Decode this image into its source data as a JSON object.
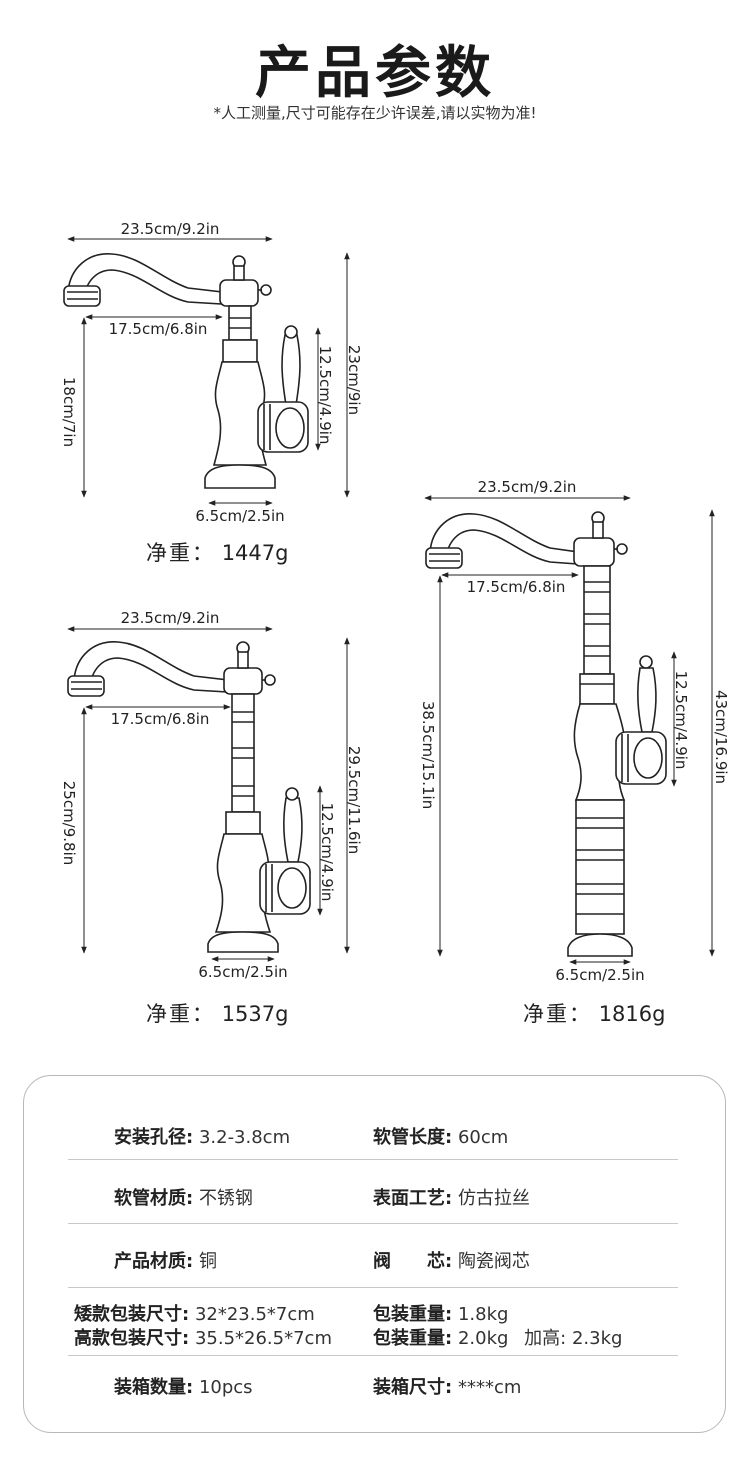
{
  "header": {
    "title": "产品参数",
    "note": "*人工测量,尺寸可能存在少许误差,请以实物为准!"
  },
  "faucet_short": {
    "width": "23.5cm/9.2in",
    "spout": "17.5cm/6.8in",
    "spout_height": "18cm/7in",
    "handle": "12.5cm/4.9in",
    "total_height": "23cm/9in",
    "base": "6.5cm/2.5in",
    "weight_label": "净重：",
    "weight_value": "1447g"
  },
  "faucet_medium": {
    "width": "23.5cm/9.2in",
    "spout": "17.5cm/6.8in",
    "spout_height": "25cm/9.8in",
    "handle": "12.5cm/4.9in",
    "total_height": "29.5cm/11.6in",
    "base": "6.5cm/2.5in",
    "weight_label": "净重：",
    "weight_value": "1537g"
  },
  "faucet_tall": {
    "width": "23.5cm/9.2in",
    "spout": "17.5cm/6.8in",
    "spout_height": "38.5cm/15.1in",
    "handle": "12.5cm/4.9in",
    "total_height": "43cm/16.9in",
    "base": "6.5cm/2.5in",
    "weight_label": "净重：",
    "weight_value": "1816g"
  },
  "specs": {
    "r1": {
      "l1": "安装孔径:",
      "v1": "3.2-3.8cm",
      "l2": "软管长度:",
      "v2": "60cm"
    },
    "r2": {
      "l1": "软管材质:",
      "v1": "不锈钢",
      "l2": "表面工艺:",
      "v2": "仿古拉丝"
    },
    "r3": {
      "l1": "产品材质:",
      "v1": "铜",
      "l2": "阀　　芯:",
      "v2": "陶瓷阀芯"
    },
    "r4": {
      "l1a": "矮款包装尺寸:",
      "v1a": "32*23.5*7cm",
      "l2a": "包装重量:",
      "v2a": "1.8kg",
      "l1b": "高款包装尺寸:",
      "v1b": "35.5*26.5*7cm",
      "l2b": "包装重量:",
      "v2b": "2.0kg",
      "v2c": "加高: 2.3kg"
    },
    "r5": {
      "l1": "装箱数量:",
      "v1": "10pcs",
      "l2": "装箱尺寸:",
      "v2": "****cm"
    }
  }
}
